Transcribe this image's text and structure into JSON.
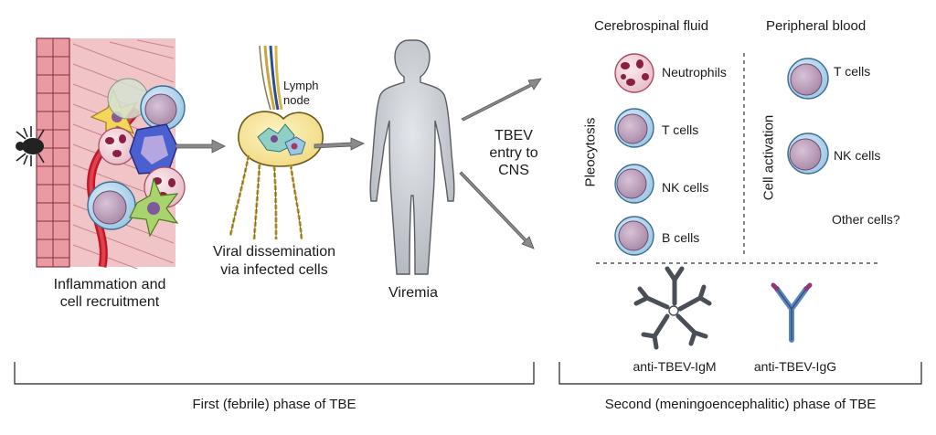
{
  "stage1": {
    "caption_line1": "Inflammation and",
    "caption_line2": "cell recruitment"
  },
  "stage2": {
    "lymph_line1": "Lymph",
    "lymph_line2": "node",
    "caption_line1": "Viral dissemination",
    "caption_line2": "via infected cells"
  },
  "stage3": {
    "caption": "Viremia"
  },
  "entry": {
    "line1": "TBEV",
    "line2": "entry to",
    "line3": "CNS"
  },
  "csf": {
    "title": "Cerebrospinal fluid",
    "side_label": "Pleocytosis",
    "cells": [
      "Neutrophils",
      "T cells",
      "NK cells",
      "B cells"
    ]
  },
  "blood": {
    "title": "Peripheral blood",
    "side_label": "Cell activation",
    "cells": [
      "T cells",
      "NK cells"
    ],
    "other": "Other cells?"
  },
  "antibodies": {
    "igm": "anti-TBEV-IgM",
    "igg": "anti-TBEV-IgG"
  },
  "phases": {
    "first": "First (febrile) phase of TBE",
    "second": "Second (meningoencephalitic) phase of TBE"
  }
}
